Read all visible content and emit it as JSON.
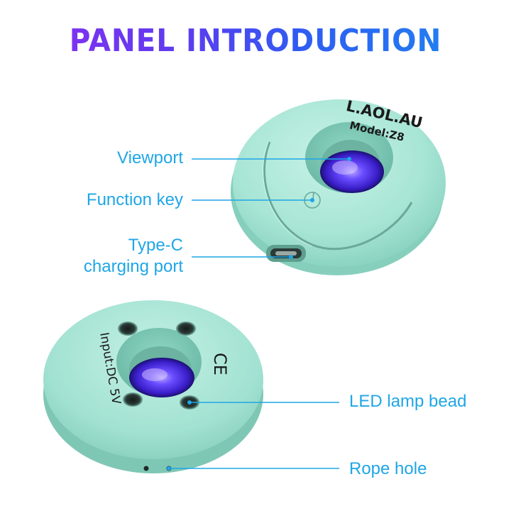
{
  "title": "PANEL INTRODUCTION",
  "device_top": {
    "brand": "L.AOL.AU",
    "model": "Model:Z8"
  },
  "device_bottom": {
    "input_marking": "Input:DC 5V",
    "ce_mark": "CE"
  },
  "callouts": {
    "viewport": "Viewport",
    "function_key": "Function key",
    "type_c_line1": "Type-C",
    "type_c_line2": "charging port",
    "led_lamp_bead": "LED lamp bead",
    "rope_hole": "Rope hole"
  },
  "colors": {
    "device_body": "#a6e6d6",
    "callout_text": "#1fa6e6",
    "callout_line": "#1fa6e6",
    "led_glow": "#5a3cff"
  },
  "icons": [
    "power-icon",
    "ce-mark-icon"
  ]
}
